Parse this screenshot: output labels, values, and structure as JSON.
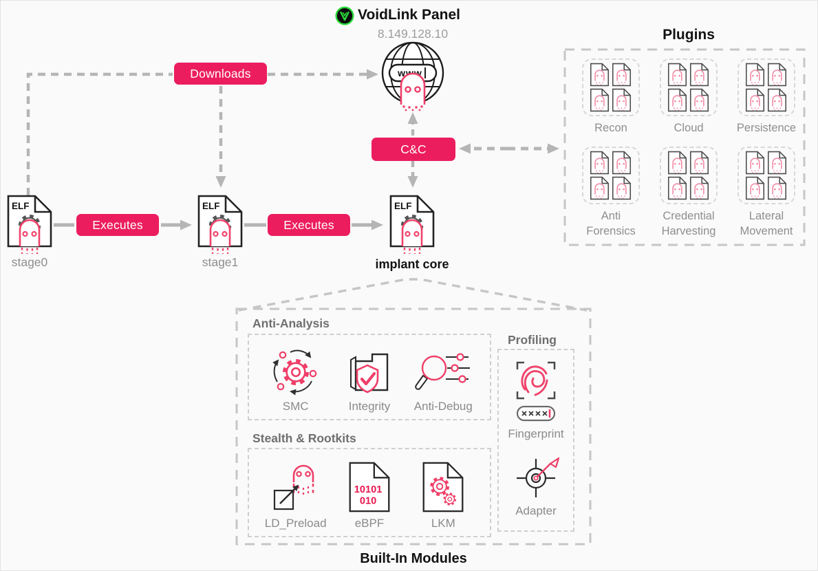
{
  "colors": {
    "accent": "#ec1d5f",
    "ghost_pink": "#f0436b",
    "arrow_gray": "#b5b5b5",
    "ink": "#121212",
    "muted": "#8e8e8e",
    "logo_green": "#2bd93c"
  },
  "header": {
    "title": "VoidLink Panel",
    "ip": "8.149.128.10"
  },
  "globe": {
    "label": "www"
  },
  "edges": {
    "downloads": "Downloads",
    "executes_1": "Executes",
    "executes_2": "Executes",
    "cnc": "C&C"
  },
  "stages": {
    "elf_badge": "ELF",
    "stage0": "stage0",
    "stage1": "stage1",
    "implant": "implant core"
  },
  "plugins": {
    "title": "Plugins",
    "items": [
      {
        "label": "Recon"
      },
      {
        "label": "Cloud"
      },
      {
        "label": "Persistence"
      },
      {
        "label": "Anti Forensics"
      },
      {
        "label": "Credential Harvesting"
      },
      {
        "label": "Lateral Movement"
      }
    ]
  },
  "builtin": {
    "title": "Built-In Modules",
    "anti_analysis": {
      "label": "Anti-Analysis",
      "items": [
        {
          "label": "SMC"
        },
        {
          "label": "Integrity"
        },
        {
          "label": "Anti-Debug"
        }
      ]
    },
    "stealth": {
      "label": "Stealth & Rootkits",
      "items": [
        {
          "label": "LD_Preload"
        },
        {
          "label": "eBPF"
        },
        {
          "label": "LKM"
        }
      ]
    },
    "profiling": {
      "label": "Profiling",
      "items": [
        {
          "label": "Fingerprint"
        },
        {
          "label": "Adapter"
        }
      ]
    }
  },
  "ebpf_binary": {
    "line1": "10101",
    "line2": "010"
  }
}
